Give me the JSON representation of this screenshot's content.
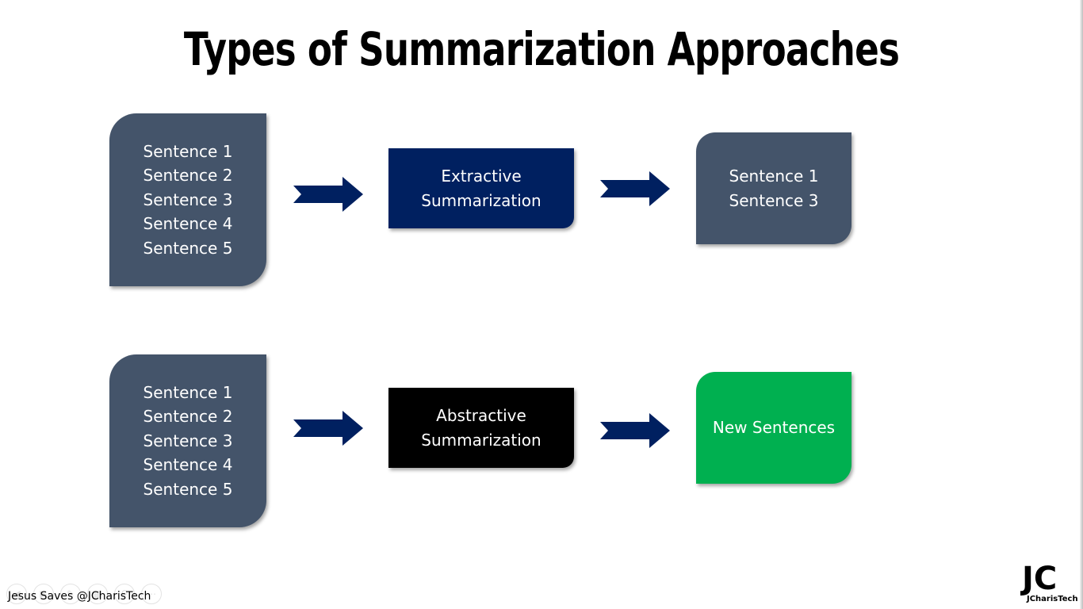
{
  "title": "Types of Summarization Approaches",
  "rows": [
    {
      "input": {
        "lines": [
          "Sentence 1",
          "Sentence 2",
          "Sentence 3",
          "Sentence 4",
          "Sentence 5"
        ]
      },
      "process": {
        "lines": [
          "Extractive",
          "Summarization"
        ]
      },
      "output": {
        "lines": [
          "Sentence 1",
          "Sentence 3"
        ]
      }
    },
    {
      "input": {
        "lines": [
          "Sentence 1",
          "Sentence 2",
          "Sentence 3",
          "Sentence 4",
          "Sentence 5"
        ]
      },
      "process": {
        "lines": [
          "Abstractive",
          "Summarization"
        ]
      },
      "output": {
        "lines": [
          "New Sentences"
        ]
      }
    }
  ],
  "colors": {
    "slate": "#44546a",
    "navy": "#002060",
    "black": "#000000",
    "green": "#00b050",
    "arrow": "#002060"
  },
  "footer": {
    "text": "Jesus Saves @JCharisTech"
  },
  "logo": {
    "mark": "JC",
    "name": "JCharisTech"
  },
  "toolbar_icons": [
    "prev-icon",
    "next-icon",
    "pen-icon",
    "slides-icon",
    "zoom-icon",
    "more-icon"
  ]
}
